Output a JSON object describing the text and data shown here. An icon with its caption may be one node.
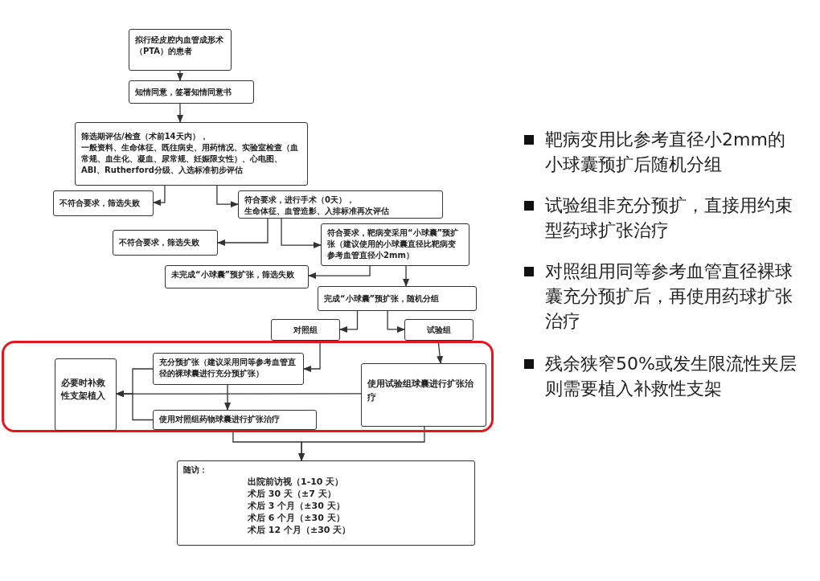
{
  "diagram": {
    "nodes": [
      {
        "text": [
          "拟行经皮腔内血管成形术（PTA）的患者"
        ]
      },
      {
        "text": [
          "知情同意，签署知情同意书"
        ]
      },
      {
        "text": [
          "筛选期评估/检查（术前14天内），",
          "一般资料、生命体征、既往病史、用药情况、实验室检查（血常规、血生化、凝血、尿常规、妊娠限女性）、心电图、ABI、Rutherford分级、入选标准初步评估"
        ]
      },
      {
        "text": [
          "不符合要求，筛选失败"
        ]
      },
      {
        "text": [
          "符合要求，进行手术（0天），",
          "生命体征、血管造影、入排标准再次评估"
        ]
      },
      {
        "text": [
          "不符合要求，筛选失败"
        ]
      },
      {
        "text": [
          "符合要求，靶病变采用“小球囊”预扩张（建议使用的小球囊直径比靶病变参考血管直径小2mm）"
        ]
      },
      {
        "text": [
          "未完成“小球囊”预扩张，筛选失败"
        ]
      },
      {
        "text": [
          "完成“小球囊”预扩张，随机分组"
        ]
      },
      {
        "text": [
          "对照组"
        ]
      },
      {
        "text": [
          "试验组"
        ]
      },
      {
        "text": [],
        "shape": "box"
      },
      {
        "text": [
          "必要时补救性支架植入"
        ],
        "in": 11
      },
      {
        "text": [
          "充分预扩张（建议采用同等参考血管直径的裸球囊进行充分预扩张）"
        ],
        "in": 11
      },
      {
        "text": [
          "使用试验组球囊进行扩张治疗"
        ],
        "in": 11
      },
      {
        "text": [
          "使用对照组药物球囊进行扩张治疗"
        ],
        "in": 11
      },
      {
        "text": [
          "随访：",
          "出院前访视（1-10 天）",
          "术后 30 天（±7 天）",
          "术后 3 个月（±30 天）",
          "术后 6 个月（±30 天）",
          "术后 12 个月（±30 天）"
        ]
      }
    ],
    "edges": [
      {
        "from": 0,
        "to": 1,
        "arrow": "to"
      },
      {
        "from": 1,
        "to": 2,
        "arrow": "to"
      },
      {
        "from": 2,
        "to": 3,
        "arrow": "to"
      },
      {
        "from": 2,
        "to": 4,
        "arrow": "to"
      },
      {
        "from": 4,
        "to": 5,
        "arrow": "to"
      },
      {
        "from": 4,
        "to": 6,
        "arrow": "to"
      },
      {
        "from": 6,
        "to": 7,
        "arrow": "to"
      },
      {
        "from": 6,
        "to": 8,
        "arrow": "to"
      },
      {
        "from": 8,
        "to": 9,
        "arrow": "to"
      },
      {
        "from": 8,
        "to": 10,
        "arrow": "to"
      },
      {
        "from": 9,
        "to": 13,
        "arrow": "to"
      },
      {
        "from": 10,
        "to": 14,
        "arrow": "to"
      },
      {
        "from": 13,
        "to": 15,
        "arrow": "to"
      },
      {
        "from": 14,
        "to": 12,
        "arrow": "to"
      },
      {
        "from": 13,
        "to": 12,
        "arrow": "to"
      },
      {
        "from": 15,
        "to": 12,
        "arrow": "to"
      },
      {
        "from": 15,
        "to": 16,
        "arrow": "to"
      },
      {
        "from": 14,
        "to": 16,
        "arrow": "to"
      }
    ],
    "labels": [
      "靶病变用比参考直径小2mm的小球囊预扩后随机分组",
      "试验组非充分预扩，直接用约束型药球扩张治疗",
      "对照组用同等参考血管直径裸球囊充分预扩后，再使用药球扩张治疗",
      "残余狭窄50%或发生限流性夹层则需要植入补救性支架"
    ]
  }
}
